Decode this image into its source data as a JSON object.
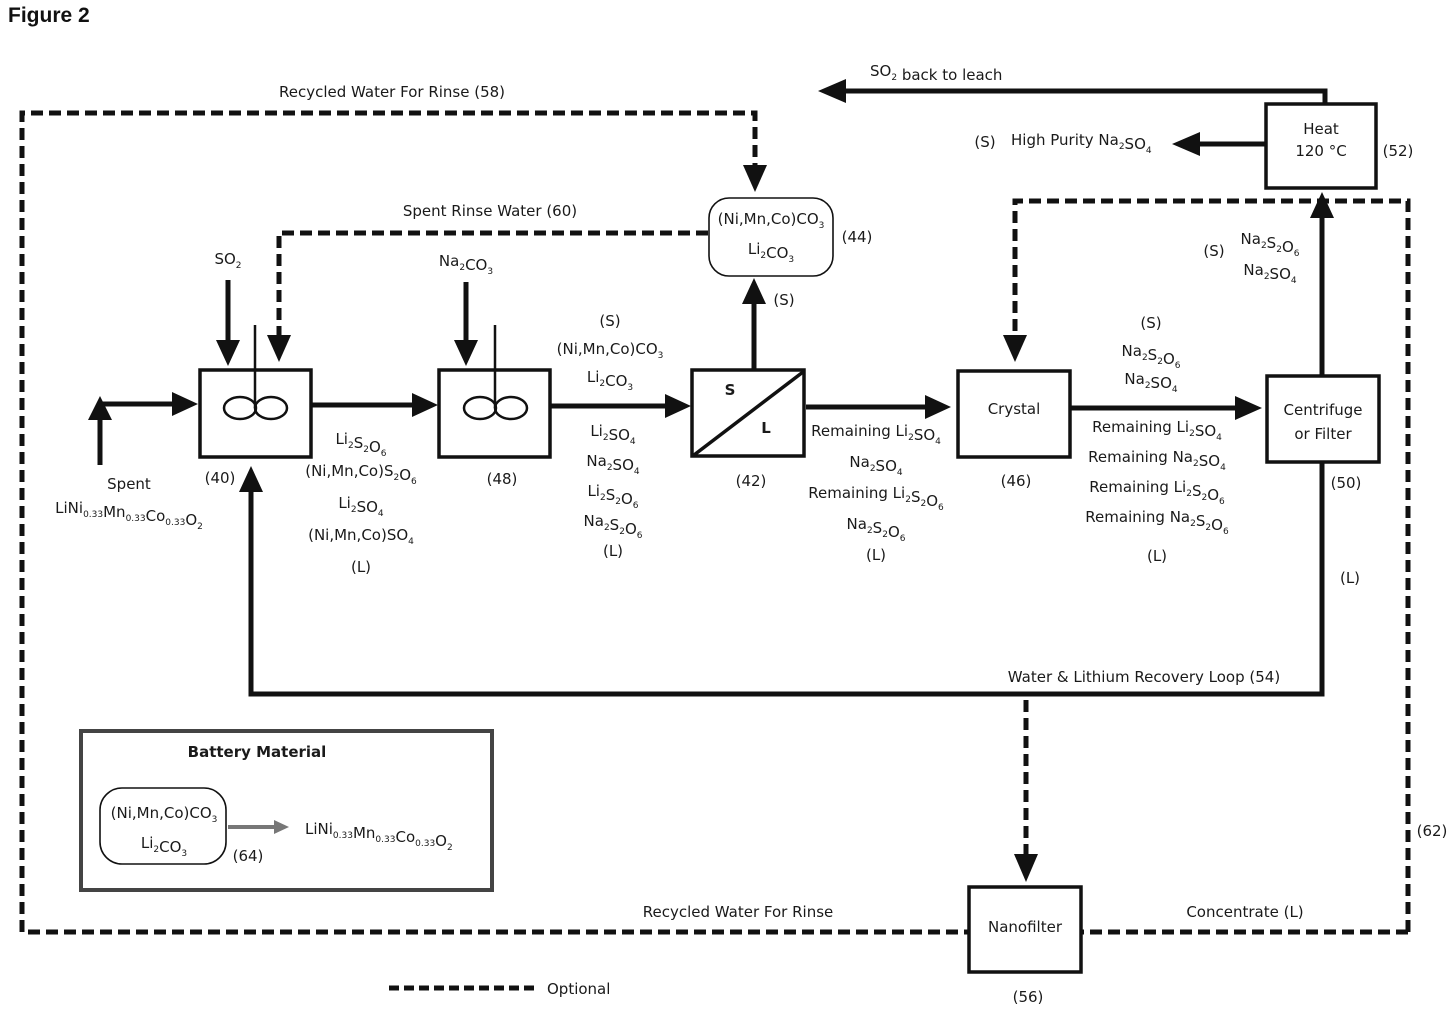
{
  "figure": {
    "title": "Figure 2"
  },
  "labels": {
    "so2_back": [
      [
        "SO",
        ""
      ],
      [
        "2",
        "sub"
      ],
      [
        " back to leach",
        ""
      ]
    ],
    "recycled_rinse_58": [
      [
        "Recycled Water For Rinse (58)",
        ""
      ]
    ],
    "spent_rinse_60": [
      [
        "Spent Rinse Water (60)",
        ""
      ]
    ],
    "high_purity_s": [
      [
        "(S)",
        ""
      ]
    ],
    "high_purity": [
      [
        "High Purity Na",
        ""
      ],
      [
        "2",
        "sub"
      ],
      [
        "SO",
        ""
      ],
      [
        "4",
        "sub"
      ]
    ],
    "so2_in": [
      [
        "SO",
        ""
      ],
      [
        "2",
        "sub"
      ]
    ],
    "na2co3_in": [
      [
        "Na",
        ""
      ],
      [
        "2",
        "sub"
      ],
      [
        "CO",
        ""
      ],
      [
        "3",
        "sub"
      ]
    ],
    "spent": [
      [
        "Spent",
        ""
      ]
    ],
    "spent_formula": [
      [
        "LiNi",
        ""
      ],
      [
        "0.33",
        "sub"
      ],
      [
        "Mn",
        ""
      ],
      [
        "0.33",
        "sub"
      ],
      [
        "Co",
        ""
      ],
      [
        "0.33",
        "sub"
      ],
      [
        "O",
        ""
      ],
      [
        "2",
        "sub"
      ]
    ],
    "s_from_42": [
      [
        "(S)",
        ""
      ]
    ],
    "s_centrifuge_up": [
      [
        "(S)",
        ""
      ]
    ],
    "l_centrifuge_down": [
      [
        "(L)",
        ""
      ]
    ],
    "water_li_loop": [
      [
        "Water & Lithium Recovery Loop (54)",
        ""
      ]
    ],
    "recycled_rinse_bottom": [
      [
        "Recycled Water For Rinse",
        ""
      ]
    ],
    "concentrate": [
      [
        "Concentrate (L)",
        ""
      ]
    ],
    "ref_62": [
      [
        "(62)",
        ""
      ]
    ],
    "legend_optional": [
      [
        "Optional",
        ""
      ]
    ]
  },
  "units": {
    "leach": {
      "ref": "(40)"
    },
    "precip": {
      "ref": "(48)"
    },
    "separator": {
      "ref": "(42)",
      "s": "S",
      "l": "L"
    },
    "product": {
      "ref": "(44)",
      "lines": [
        [
          [
            "(Ni,Mn,Co)CO",
            ""
          ],
          [
            "3",
            "sub"
          ]
        ],
        [
          [
            "Li",
            ""
          ],
          [
            "2",
            "sub"
          ],
          [
            "CO",
            ""
          ],
          [
            "3",
            "sub"
          ]
        ]
      ]
    },
    "crystal": {
      "name": "Crystal",
      "ref": "(46)"
    },
    "centrifuge": {
      "name_lines": [
        "Centrifuge",
        "or Filter"
      ],
      "ref": "(50)"
    },
    "heat": {
      "name_lines": [
        "Heat",
        "120 °C"
      ],
      "ref": "(52)"
    },
    "nanofilter": {
      "name": "Nanofilter",
      "ref": "(56)"
    }
  },
  "streams": {
    "leach_out": [
      [
        [
          "Li",
          ""
        ],
        [
          "2",
          "sub"
        ],
        [
          "S",
          ""
        ],
        [
          "2",
          "sub"
        ],
        [
          "O",
          ""
        ],
        [
          "6",
          "sub"
        ]
      ],
      [
        [
          "(Ni,Mn,Co)S",
          ""
        ],
        [
          "2",
          "sub"
        ],
        [
          "O",
          ""
        ],
        [
          "6",
          "sub"
        ]
      ],
      [
        [
          "Li",
          ""
        ],
        [
          "2",
          "sub"
        ],
        [
          "SO",
          ""
        ],
        [
          "4",
          "sub"
        ]
      ],
      [
        [
          "(Ni,Mn,Co)SO",
          ""
        ],
        [
          "4",
          "sub"
        ]
      ],
      [
        [
          "(L)",
          ""
        ]
      ]
    ],
    "precip_out_solid": [
      [
        [
          "(S)",
          ""
        ]
      ],
      [
        [
          "(Ni,Mn,Co)CO",
          ""
        ],
        [
          "3",
          "sub"
        ]
      ],
      [
        [
          "Li",
          ""
        ],
        [
          "2",
          "sub"
        ],
        [
          "CO",
          ""
        ],
        [
          "3",
          "sub"
        ]
      ]
    ],
    "precip_out_liquid": [
      [
        [
          "Li",
          ""
        ],
        [
          "2",
          "sub"
        ],
        [
          "SO",
          ""
        ],
        [
          "4",
          "sub"
        ]
      ],
      [
        [
          "Na",
          ""
        ],
        [
          "2",
          "sub"
        ],
        [
          "SO",
          ""
        ],
        [
          "4",
          "sub"
        ]
      ],
      [
        [
          "Li",
          ""
        ],
        [
          "2",
          "sub"
        ],
        [
          "S",
          ""
        ],
        [
          "2",
          "sub"
        ],
        [
          "O",
          ""
        ],
        [
          "6",
          "sub"
        ]
      ],
      [
        [
          "Na",
          ""
        ],
        [
          "2",
          "sub"
        ],
        [
          "S",
          ""
        ],
        [
          "2",
          "sub"
        ],
        [
          "O",
          ""
        ],
        [
          "6",
          "sub"
        ]
      ],
      [
        [
          "(L)",
          ""
        ]
      ]
    ],
    "sep_out_liquid": [
      [
        [
          "Remaining Li",
          ""
        ],
        [
          "2",
          "sub"
        ],
        [
          "SO",
          ""
        ],
        [
          "4",
          "sub"
        ]
      ],
      [
        [
          "Na",
          ""
        ],
        [
          "2",
          "sub"
        ],
        [
          "SO",
          ""
        ],
        [
          "4",
          "sub"
        ]
      ],
      [
        [
          "Remaining Li",
          ""
        ],
        [
          "2",
          "sub"
        ],
        [
          "S",
          ""
        ],
        [
          "2",
          "sub"
        ],
        [
          "O",
          ""
        ],
        [
          "6",
          "sub"
        ]
      ],
      [
        [
          "Na",
          ""
        ],
        [
          "2",
          "sub"
        ],
        [
          "S",
          ""
        ],
        [
          "2",
          "sub"
        ],
        [
          "O",
          ""
        ],
        [
          "6",
          "sub"
        ]
      ],
      [
        [
          "(L)",
          ""
        ]
      ]
    ],
    "crystal_out_solid": [
      [
        [
          "(S)",
          ""
        ]
      ],
      [
        [
          "Na",
          ""
        ],
        [
          "2",
          "sub"
        ],
        [
          "S",
          ""
        ],
        [
          "2",
          "sub"
        ],
        [
          "O",
          ""
        ],
        [
          "6",
          "sub"
        ]
      ],
      [
        [
          "Na",
          ""
        ],
        [
          "2",
          "sub"
        ],
        [
          "SO",
          ""
        ],
        [
          "4",
          "sub"
        ]
      ]
    ],
    "crystal_out_liquid": [
      [
        [
          "Remaining Li",
          ""
        ],
        [
          "2",
          "sub"
        ],
        [
          "SO",
          ""
        ],
        [
          "4",
          "sub"
        ]
      ],
      [
        [
          "Remaining Na",
          ""
        ],
        [
          "2",
          "sub"
        ],
        [
          "SO",
          ""
        ],
        [
          "4",
          "sub"
        ]
      ],
      [
        [
          "Remaining Li",
          ""
        ],
        [
          "2",
          "sub"
        ],
        [
          "S",
          ""
        ],
        [
          "2",
          "sub"
        ],
        [
          "O",
          ""
        ],
        [
          "6",
          "sub"
        ]
      ],
      [
        [
          "Remaining Na",
          ""
        ],
        [
          "2",
          "sub"
        ],
        [
          "S",
          ""
        ],
        [
          "2",
          "sub"
        ],
        [
          "O",
          ""
        ],
        [
          "6",
          "sub"
        ]
      ],
      [
        [
          "(L)",
          ""
        ]
      ]
    ],
    "centrifuge_up": [
      [
        [
          "Na",
          ""
        ],
        [
          "2",
          "sub"
        ],
        [
          "S",
          ""
        ],
        [
          "2",
          "sub"
        ],
        [
          "O",
          ""
        ],
        [
          "6",
          "sub"
        ]
      ],
      [
        [
          "Na",
          ""
        ],
        [
          "2",
          "sub"
        ],
        [
          "SO",
          ""
        ],
        [
          "4",
          "sub"
        ]
      ]
    ]
  },
  "battery_material": {
    "title": "Battery Material",
    "precursor": [
      [
        [
          "(Ni,Mn,Co)CO",
          ""
        ],
        [
          "3",
          "sub"
        ]
      ],
      [
        [
          "Li",
          ""
        ],
        [
          "2",
          "sub"
        ],
        [
          "CO",
          ""
        ],
        [
          "3",
          "sub"
        ]
      ]
    ],
    "ref": "(64)",
    "product": [
      [
        "LiNi",
        ""
      ],
      [
        "0.33",
        "sub"
      ],
      [
        "Mn",
        ""
      ],
      [
        "0.33",
        "sub"
      ],
      [
        "Co",
        ""
      ],
      [
        "0.33",
        "sub"
      ],
      [
        "O",
        ""
      ],
      [
        "2",
        "sub"
      ]
    ]
  }
}
